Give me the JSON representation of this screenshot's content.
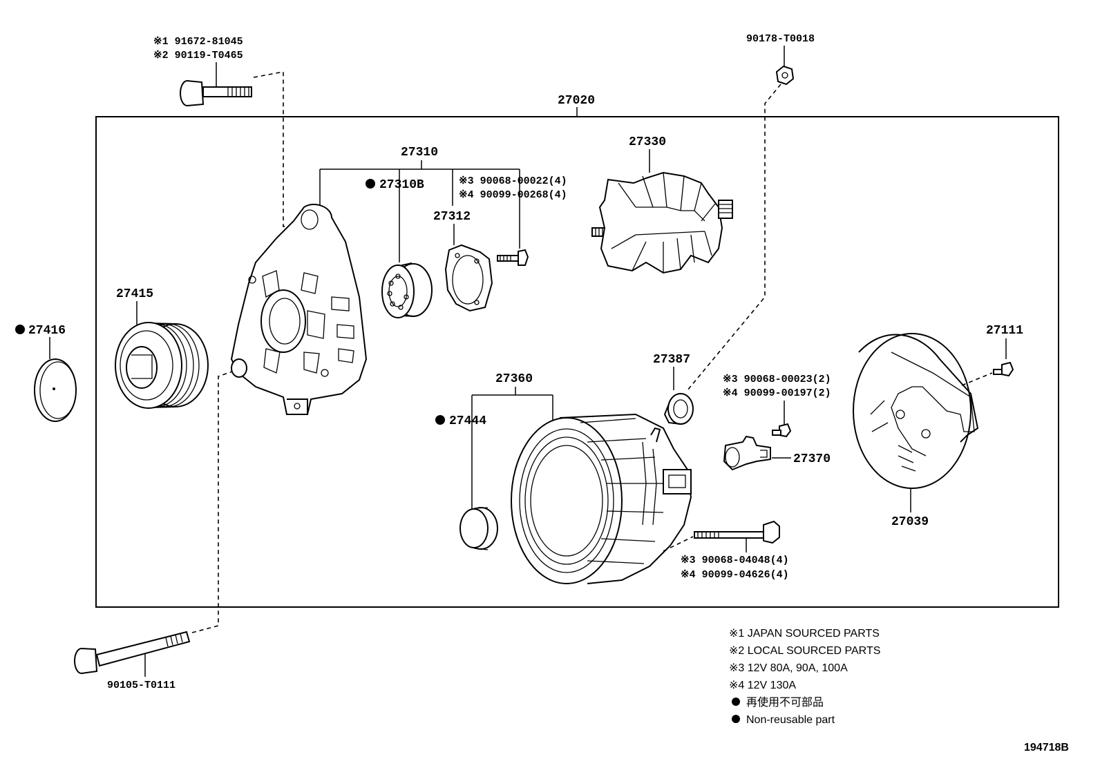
{
  "labels": {
    "p_27020": "27020",
    "p_27310": "27310",
    "p_27310b": "27310B",
    "p_27312": "27312",
    "p_27330": "27330",
    "p_27415": "27415",
    "p_27416": "27416",
    "p_27387": "27387",
    "p_27360": "27360",
    "p_27444": "27444",
    "p_27370": "27370",
    "p_27111": "27111",
    "p_27039": "27039",
    "bolt_top_1": "※1 91672-81045",
    "bolt_top_2": "※2 90119-T0465",
    "nut_top": "90178-T0018",
    "screw_a_3": "※3 90068-00022(4)",
    "screw_a_4": "※4 90099-00268(4)",
    "screw_b_3": "※3 90068-00023(2)",
    "screw_b_4": "※4 90099-00197(2)",
    "bolt_long_3": "※3 90068-04048(4)",
    "bolt_long_4": "※4 90099-04626(4)",
    "bolt_bottom": "90105-T0111"
  },
  "legend": [
    "※1 JAPAN SOURCED PARTS",
    "※2 LOCAL SOURCED PARTS",
    "※3 12V 80A, 90A, 100A",
    "※4 12V 130A",
    "再使用不可部品",
    "Non-reusable part"
  ],
  "diagram_id": "194718B"
}
